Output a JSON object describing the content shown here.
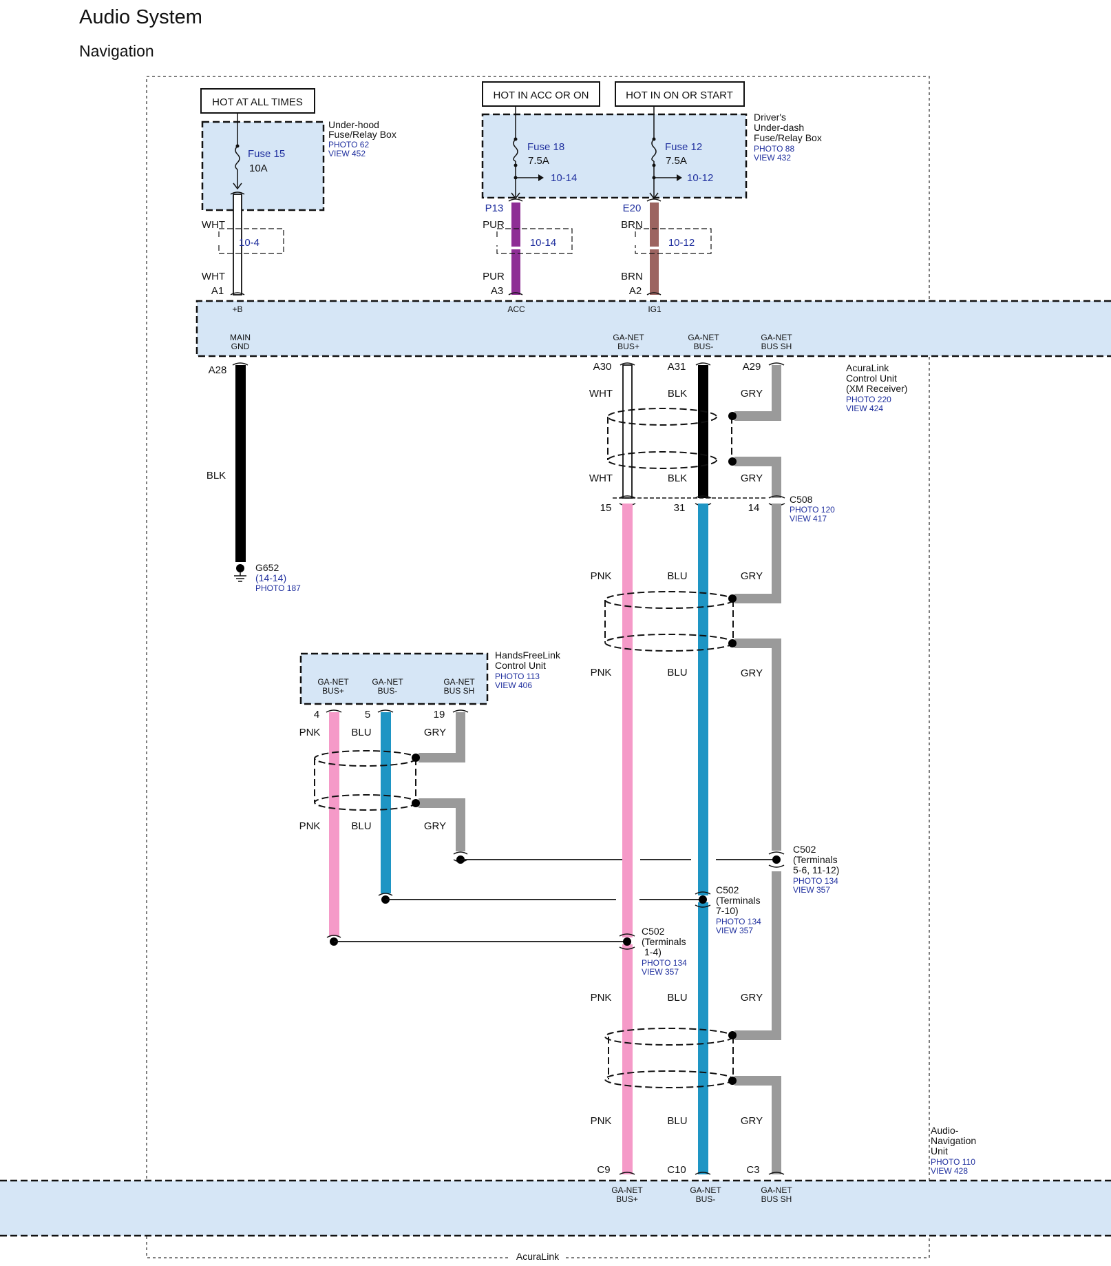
{
  "header": {
    "title": "Audio System",
    "subtitle": "Navigation"
  },
  "colors": {
    "box_fill": "#d6e6f6",
    "ref_text": "#1f2f9e",
    "wht": "#ffffff",
    "pur": "#8e2e95",
    "brn": "#9c6460",
    "blk": "#000000",
    "pnk": "#f59ac8",
    "blu": "#1e95c4",
    "gry": "#9a9a9a"
  },
  "power": {
    "hot_all": "HOT AT ALL TIMES",
    "hot_acc": "HOT IN ACC OR ON",
    "hot_on": "HOT IN ON OR START"
  },
  "underhood": {
    "name1": "Under-hood",
    "name2": "Fuse/Relay Box",
    "photo": "PHOTO 62",
    "view": "VIEW 452",
    "fuse": "Fuse 15",
    "rating": "10A"
  },
  "underdash": {
    "name1": "Driver's",
    "name2": "Under-dash",
    "name3": "Fuse/Relay Box",
    "photo": "PHOTO 88",
    "view": "VIEW 432",
    "fuse18": "Fuse 18",
    "rating18": "7.5A",
    "ref18": "10-14",
    "fuse12": "Fuse 12",
    "rating12": "7.5A",
    "ref12": "10-12"
  },
  "conn_top": {
    "p13": "P13",
    "e20": "E20"
  },
  "wire_labels": {
    "wht": "WHT",
    "pur": "PUR",
    "brn": "BRN",
    "blk": "BLK",
    "pnk": "PNK",
    "blu": "BLU",
    "gry": "GRY"
  },
  "refs": {
    "r104": "10-4",
    "r1014": "10-14",
    "r1012": "10-12"
  },
  "acuralink": {
    "pins_top": {
      "a1": "A1",
      "a3": "A3",
      "a2": "A2"
    },
    "terms_top": {
      "b": "+B",
      "acc": "ACC",
      "ig1": "IG1"
    },
    "main_gnd1": "MAIN",
    "main_gnd2": "GND",
    "ga_bus_plus1": "GA-NET",
    "ga_bus_plus2": "BUS+",
    "ga_bus_minus1": "GA-NET",
    "ga_bus_minus2": "BUS-",
    "ga_bus_sh1": "GA-NET",
    "ga_bus_sh2": "BUS SH",
    "pins_bottom": {
      "a28": "A28",
      "a30": "A30",
      "a31": "A31",
      "a29": "A29"
    },
    "name1": "AcuraLink",
    "name2": "Control Unit",
    "name3": "(XM Receiver)",
    "photo": "PHOTO 220",
    "view": "VIEW 424"
  },
  "ground": {
    "name": "G652",
    "ref": "(14-14)",
    "photo": "PHOTO 187"
  },
  "c508": {
    "name": "C508",
    "photo": "PHOTO 120",
    "view": "VIEW 417",
    "pin15": "15",
    "pin31": "31",
    "pin14": "14"
  },
  "hfl": {
    "name1": "HandsFreeLink",
    "name2": "Control Unit",
    "photo": "PHOTO 113",
    "view": "VIEW 406",
    "t1a": "GA-NET",
    "t1b": "BUS+",
    "t2a": "GA-NET",
    "t2b": "BUS-",
    "t3a": "GA-NET",
    "t3b": "BUS SH",
    "pin4": "4",
    "pin5": "5",
    "pin19": "19"
  },
  "c502_sh": {
    "name": "C502",
    "l2": "(Terminals",
    "l3": "5-6, 11-12)",
    "photo": "PHOTO 134",
    "view": "VIEW 357"
  },
  "c502_minus": {
    "name": "C502",
    "l2": "(Terminals",
    "l3": "7-10)",
    "photo": "PHOTO 134",
    "view": "VIEW 357"
  },
  "c502_plus": {
    "name": "C502",
    "l2": "(Terminals",
    "l3": "1-4)",
    "photo": "PHOTO 134",
    "view": "VIEW 357"
  },
  "nav": {
    "name1": "Audio-",
    "name2": "Navigation",
    "name3": "Unit",
    "photo": "PHOTO 110",
    "view": "VIEW 428",
    "pin_c9": "C9",
    "pin_c10": "C10",
    "pin_c3": "C3",
    "t1a": "GA-NET",
    "t1b": "BUS+",
    "t2a": "GA-NET",
    "t2b": "BUS-",
    "t3a": "GA-NET",
    "t3b": "BUS SH"
  },
  "footer": {
    "system": "AcuraLink"
  }
}
